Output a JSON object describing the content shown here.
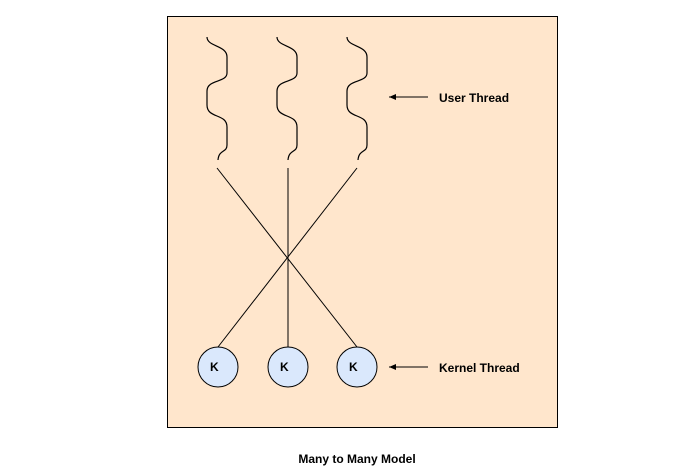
{
  "diagram": {
    "title": "Many to Many Model",
    "user_thread_label": "User Thread",
    "kernel_thread_label": "Kernel Thread",
    "kernel_nodes": [
      "K",
      "K",
      "K"
    ],
    "colors": {
      "background": "#FFE6CC",
      "kernel_fill": "#DAE8FC",
      "stroke": "#000000"
    }
  }
}
